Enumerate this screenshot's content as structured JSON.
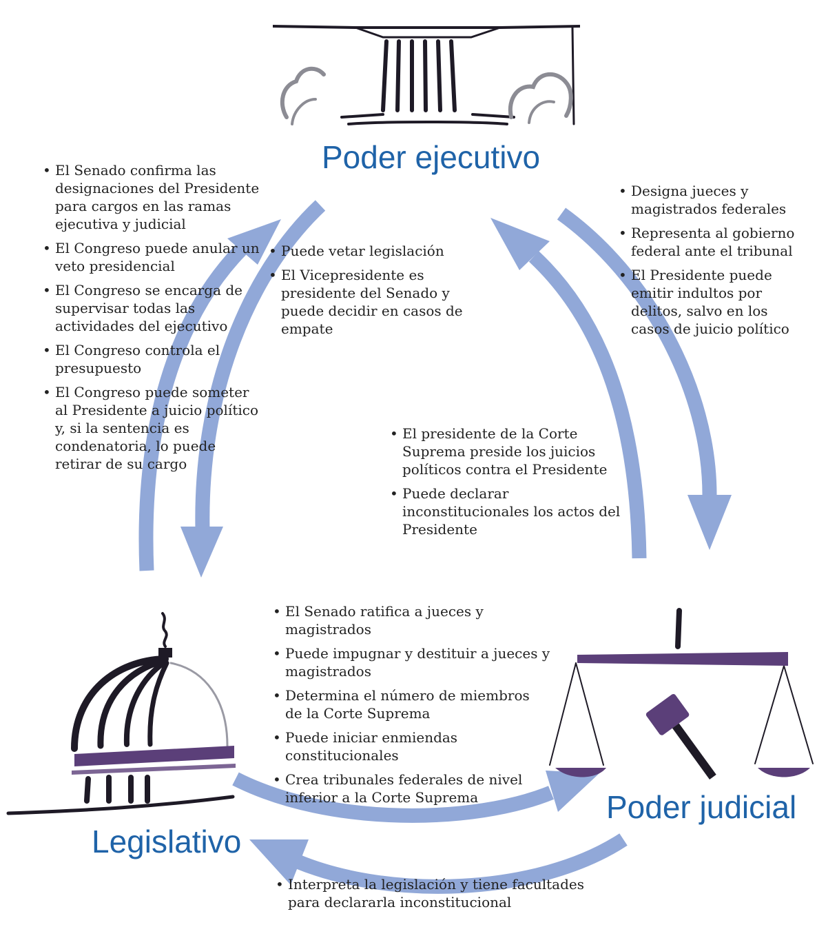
{
  "colors": {
    "title": "#1f63a8",
    "arrow": "#91a8d8",
    "icon_dark": "#1e1a26",
    "icon_purple": "#5b3f79",
    "text": "#222222"
  },
  "branches": {
    "executive": {
      "title": "Poder ejecutivo",
      "icon": "white-house-icon"
    },
    "legislative": {
      "title": "Legislativo",
      "icon": "capitol-dome-icon"
    },
    "judicial": {
      "title": "Poder judicial",
      "icon": "scales-of-justice-icon"
    }
  },
  "checks": {
    "legislative_on_executive": [
      "El Senado confirma las designaciones del Presidente para cargos en las ramas ejecutiva y judicial",
      "El Congreso puede anular un veto presidencial",
      "El Congreso se encarga de supervisar todas las actividades del ejecutivo",
      "El Congreso controla el presupuesto",
      "El Congreso puede someter al Presidente a juicio político y, si la sentencia es condenatoria, lo puede retirar de su cargo"
    ],
    "executive_on_legislative": [
      "Puede vetar legislación",
      "El Vicepresidente es presidente del Senado y puede decidir en casos de empate"
    ],
    "executive_on_judicial": [
      "Designa jueces y magistrados federales",
      "Representa al gobierno federal ante el tribunal",
      "El Presidente puede emitir indultos por delitos, salvo en los casos de juicio político"
    ],
    "judicial_on_executive": [
      "El presidente de la Corte Suprema preside los juicios políticos contra el Presidente",
      "Puede declarar inconstitucionales los actos del Presidente"
    ],
    "legislative_on_judicial": [
      "El Senado ratifica a jueces y magistrados",
      "Puede impugnar y destituir a jueces y magistrados",
      "Determina el número de miembros de la Corte Suprema",
      "Puede iniciar enmiendas constitucionales",
      "Crea tribunales federales de nivel inferior a la Corte Suprema"
    ],
    "judicial_on_legislative": [
      "Interpreta la legislación y tiene facultades para declararla inconstitucional"
    ]
  }
}
